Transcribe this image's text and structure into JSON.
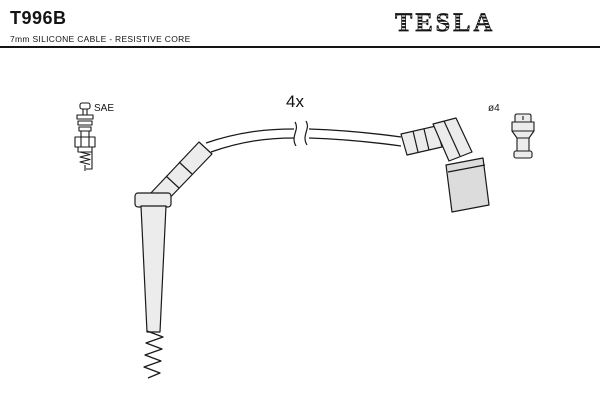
{
  "header": {
    "part_number": "T996B",
    "subtitle": "7mm SILICONE CABLE - RESISTIVE CORE",
    "brand": "TESLA"
  },
  "diagram": {
    "quantity_label": "4x",
    "plug_standard_label": "SAE",
    "terminal_diameter_label": "ø4",
    "depicts": "ignition cable set with spark plug boot, coiled conductor end, cable break symbol, coil-side boot and terminal tip"
  },
  "colors": {
    "ink": "#1a1a1a",
    "boot_fill": "#ececec",
    "block_fill": "#dcdcdc",
    "background": "#ffffff"
  }
}
